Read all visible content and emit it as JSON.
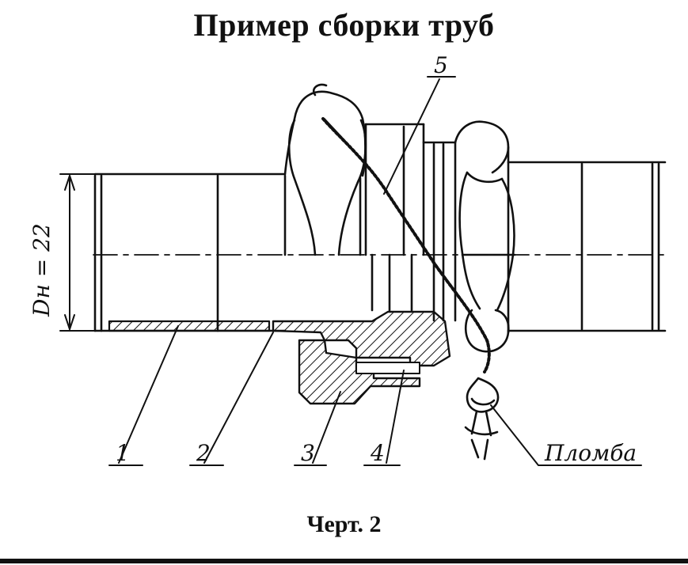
{
  "title": "Пример сборки труб",
  "caption": "Черт. 2",
  "dimension_label": "Dн = 22",
  "callouts": {
    "c1": "1",
    "c2": "2",
    "c3": "3",
    "c4": "4",
    "c5": "5",
    "seal": "Пломба"
  }
}
